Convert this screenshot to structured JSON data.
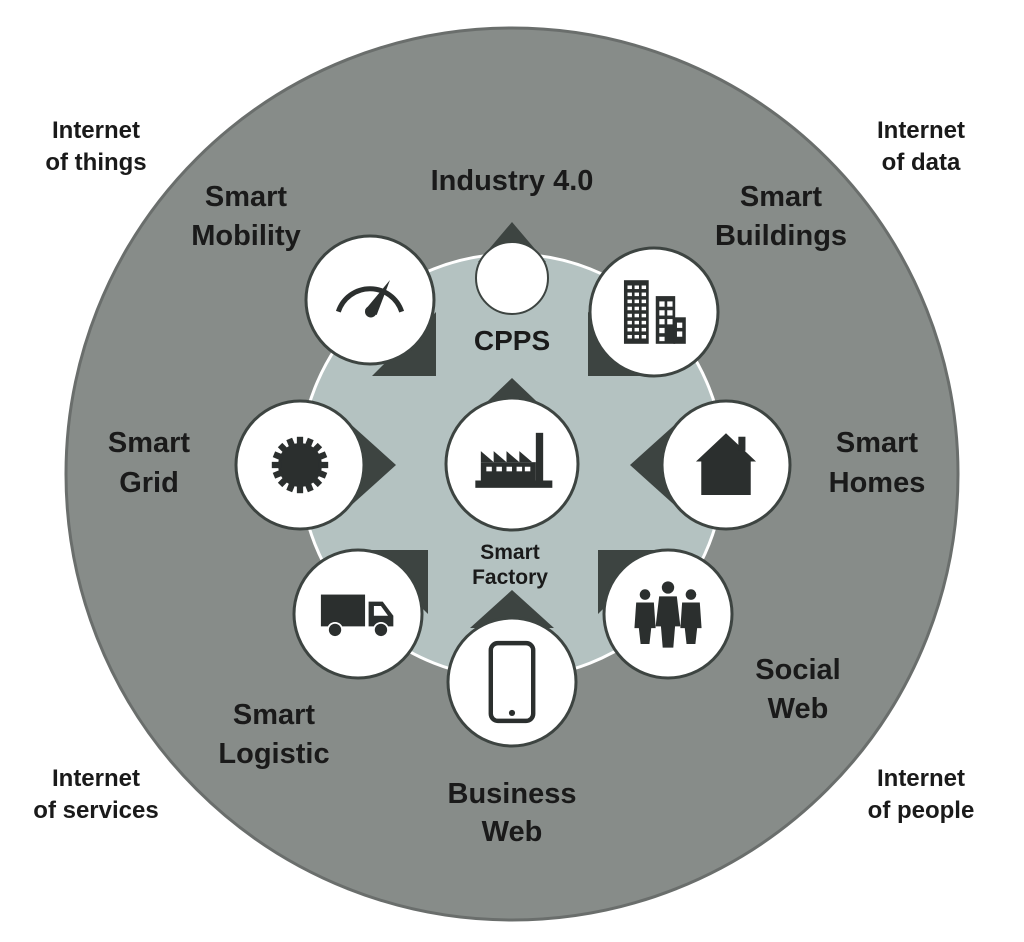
{
  "corners": {
    "top_left": [
      "Internet",
      "of things"
    ],
    "top_right": [
      "Internet",
      "of data"
    ],
    "bottom_left": [
      "Internet",
      "of services"
    ],
    "bottom_right": [
      "Internet",
      "of people"
    ]
  },
  "ring_label": "CPPS",
  "center": {
    "label": [
      "Smart",
      "Factory"
    ],
    "icon": "factory-icon"
  },
  "nodes": [
    {
      "id": "industry",
      "label": [
        "Industry 4.0"
      ],
      "icon": "blank-circle"
    },
    {
      "id": "buildings",
      "label": [
        "Smart",
        "Buildings"
      ],
      "icon": "buildings-icon"
    },
    {
      "id": "homes",
      "label": [
        "Smart",
        "Homes"
      ],
      "icon": "house-icon"
    },
    {
      "id": "social",
      "label": [
        "Social",
        "Web"
      ],
      "icon": "people-icon"
    },
    {
      "id": "business",
      "label": [
        "Business",
        "Web"
      ],
      "icon": "smartphone-icon"
    },
    {
      "id": "logistic",
      "label": [
        "Smart",
        "Logistic"
      ],
      "icon": "truck-icon"
    },
    {
      "id": "grid",
      "label": [
        "Smart",
        "Grid"
      ],
      "icon": "gear-icon"
    },
    {
      "id": "mobility",
      "label": [
        "Smart",
        "Mobility"
      ],
      "icon": "speedometer-icon"
    }
  ],
  "colors": {
    "outer_circle": "#878c89",
    "inner_circle": "#b4c2c1",
    "pointer": "#3d4441",
    "icon": "#2b2f2e",
    "text": "#1a1a1a"
  }
}
